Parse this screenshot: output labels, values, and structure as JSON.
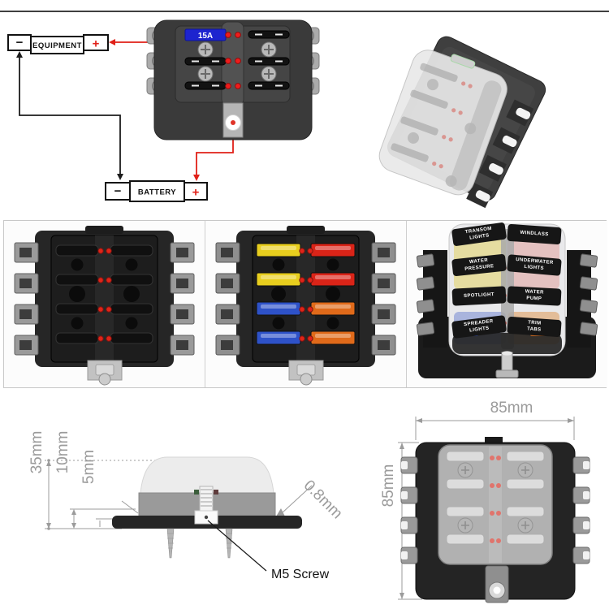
{
  "wiring": {
    "equipment_label": "EQUIPMENT",
    "battery_label": "BATTERY",
    "plus_symbol": "+",
    "minus_symbol": "−",
    "fuse_rating": "15A",
    "positive_wire_color": "#e02018",
    "negative_wire_color": "#1c1c1c"
  },
  "photos": {
    "led_color": "#e02418",
    "fuse_colors": {
      "left": [
        "#e8ce1e",
        "#e8ce1e",
        "#2e52c8",
        "#2e52c8"
      ],
      "right": [
        "#da2418",
        "#da2418",
        "#e06a1a",
        "#e06a1a"
      ]
    },
    "cover_labels": {
      "left": [
        "TRANSOM\nLIGHTS",
        "WATER\nPRESSURE",
        "SPOTLIGHT",
        "SPREADER\nLIGHTS"
      ],
      "right": [
        "WINDLASS",
        "UNDERWATER\nLIGHTS",
        "WATER\nPUMP",
        "TRIM\nTABS"
      ]
    }
  },
  "dimensions": {
    "overall_height": "35mm",
    "body_height": "10mm",
    "base_height": "5mm",
    "terminal_thickness": "0.8mm",
    "screw_label": "M5 Screw",
    "width_label": "85mm",
    "depth_label": "85mm"
  }
}
